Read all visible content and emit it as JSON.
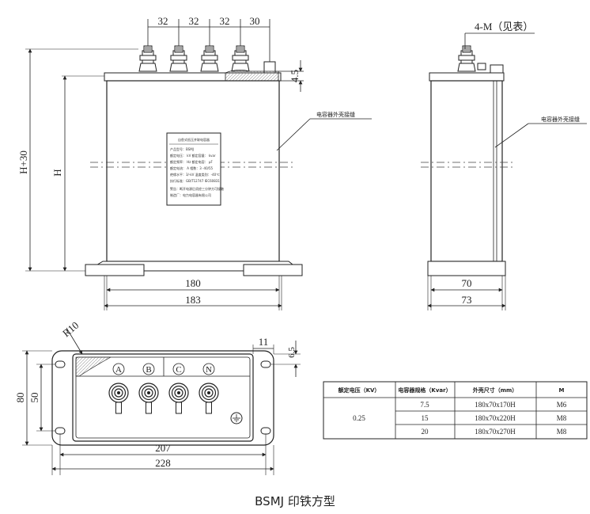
{
  "front_view": {
    "terminal_spacing": [
      "32",
      "32",
      "32",
      "30"
    ],
    "cap_thickness": "4.5",
    "height_total": "H+30",
    "height": "H",
    "seam_note": "电容器外壳接缝",
    "width_inner": "180",
    "width_outer": "183",
    "nameplate": {
      "title": "自愈式低压并联电容器",
      "lines": [
        "产品型号：BSMJ",
        "额定电压：   kV  额定容量：   kvar",
        "额定频率：   Hz  额定电容：   μF",
        "额定电流：   A   相数：3  -40/55",
        "绝缘水平：3/-kV  温度类别：-40℃",
        "执行标准：GB/T12747 IEC60831",
        "警告：断开电源后须经三分钟方可接触",
        "制造厂：电力电容器有限公司"
      ]
    }
  },
  "side_view": {
    "thread_note": "4-M（见表）",
    "seam_note": "电容器外壳接缝",
    "width_inner": "70",
    "width_outer": "73"
  },
  "top_view": {
    "radius": "R10",
    "tab_width": "11",
    "tab_offset": "6.5",
    "height_outer": "80",
    "height_inner": "50",
    "width_inner": "207",
    "width_outer": "228",
    "terminals": [
      "A",
      "B",
      "C",
      "N"
    ]
  },
  "spec_table": {
    "headers": [
      "额定电压（KV）",
      "电容器规格（Kvar）",
      "外壳尺寸（mm）",
      "M"
    ],
    "voltage": "0.25",
    "rows": [
      {
        "kvar": "7.5",
        "size": "180x70x170H",
        "thread": "M6"
      },
      {
        "kvar": "15",
        "size": "180x70x220H",
        "thread": "M8"
      },
      {
        "kvar": "20",
        "size": "180x70x270H",
        "thread": "M8"
      }
    ]
  },
  "caption": "BSMJ 印铁方型"
}
